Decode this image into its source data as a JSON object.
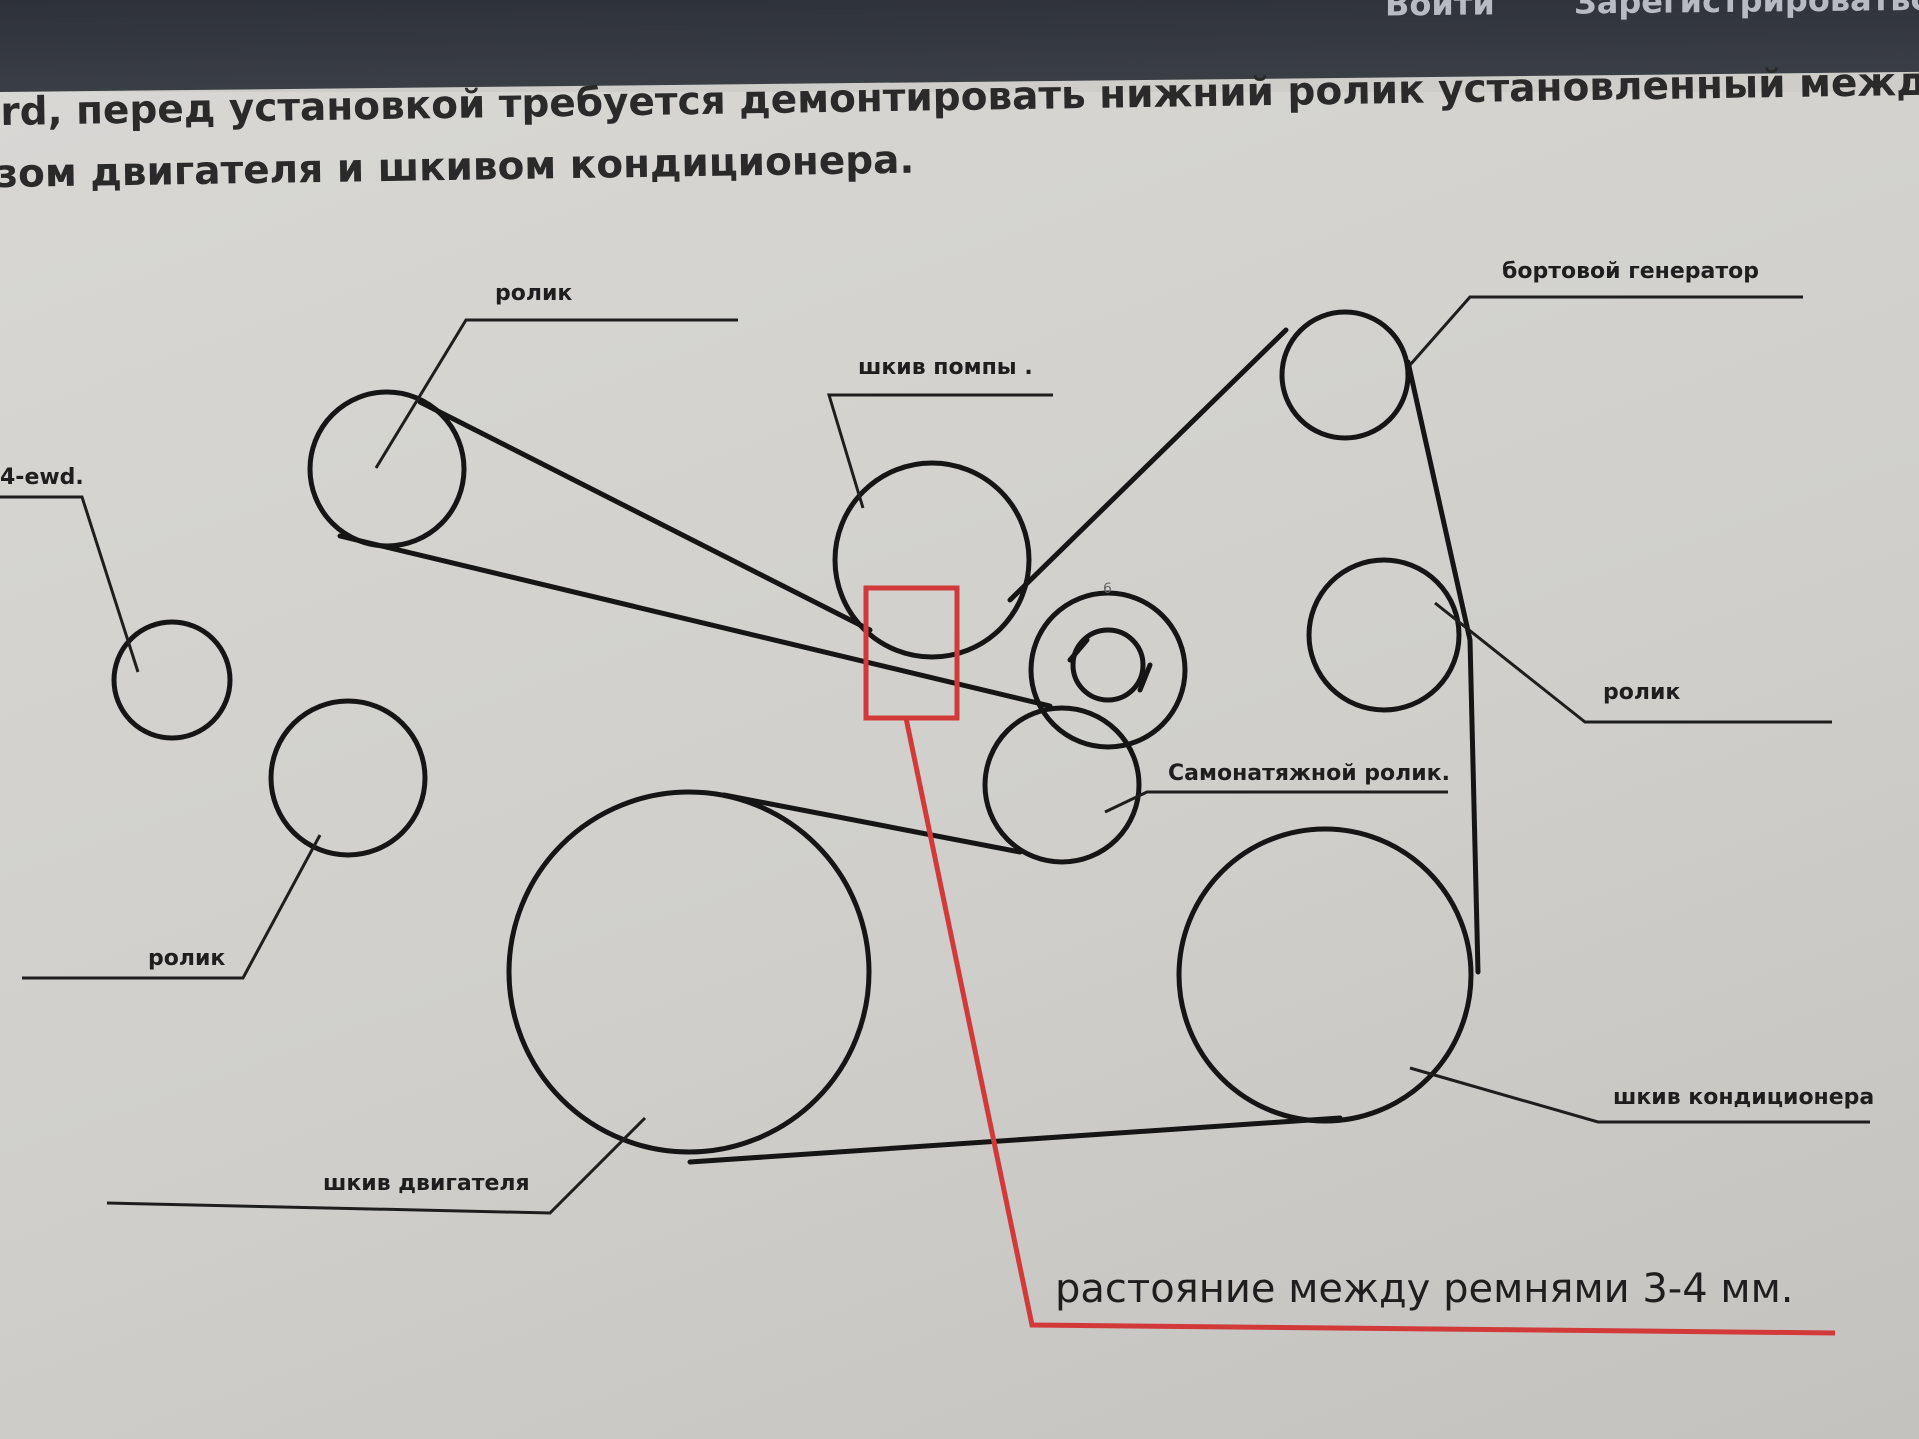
{
  "header": {
    "login_label": "Войти",
    "register_label": "Зарегистрироваться"
  },
  "intro": {
    "line1": "rd, перед установкой требуется демонтировать нижний ролик установленный между",
    "line2": "зом двигателя и шкивом кондиционера."
  },
  "diagram": {
    "labels": {
      "roller_top": "ролик",
      "pump_pulley": "шкив помпы .",
      "onboard_generator": "бортовой генератор",
      "left_4ewd": "4-ewd.",
      "roller_right": "ролик",
      "self_tension_roller": "Самонатяжной ролик.",
      "roller_left": "ролик",
      "ac_pulley": "шкив кондиционера",
      "engine_pulley": "шкив двигателя",
      "small_mark": "6"
    },
    "note": "растояние между ремнями 3-4 мм.",
    "colors": {
      "line": "#151515",
      "highlight": "#d23a3a",
      "topbar": "#33383e",
      "paper": "#d3d2ce"
    }
  }
}
